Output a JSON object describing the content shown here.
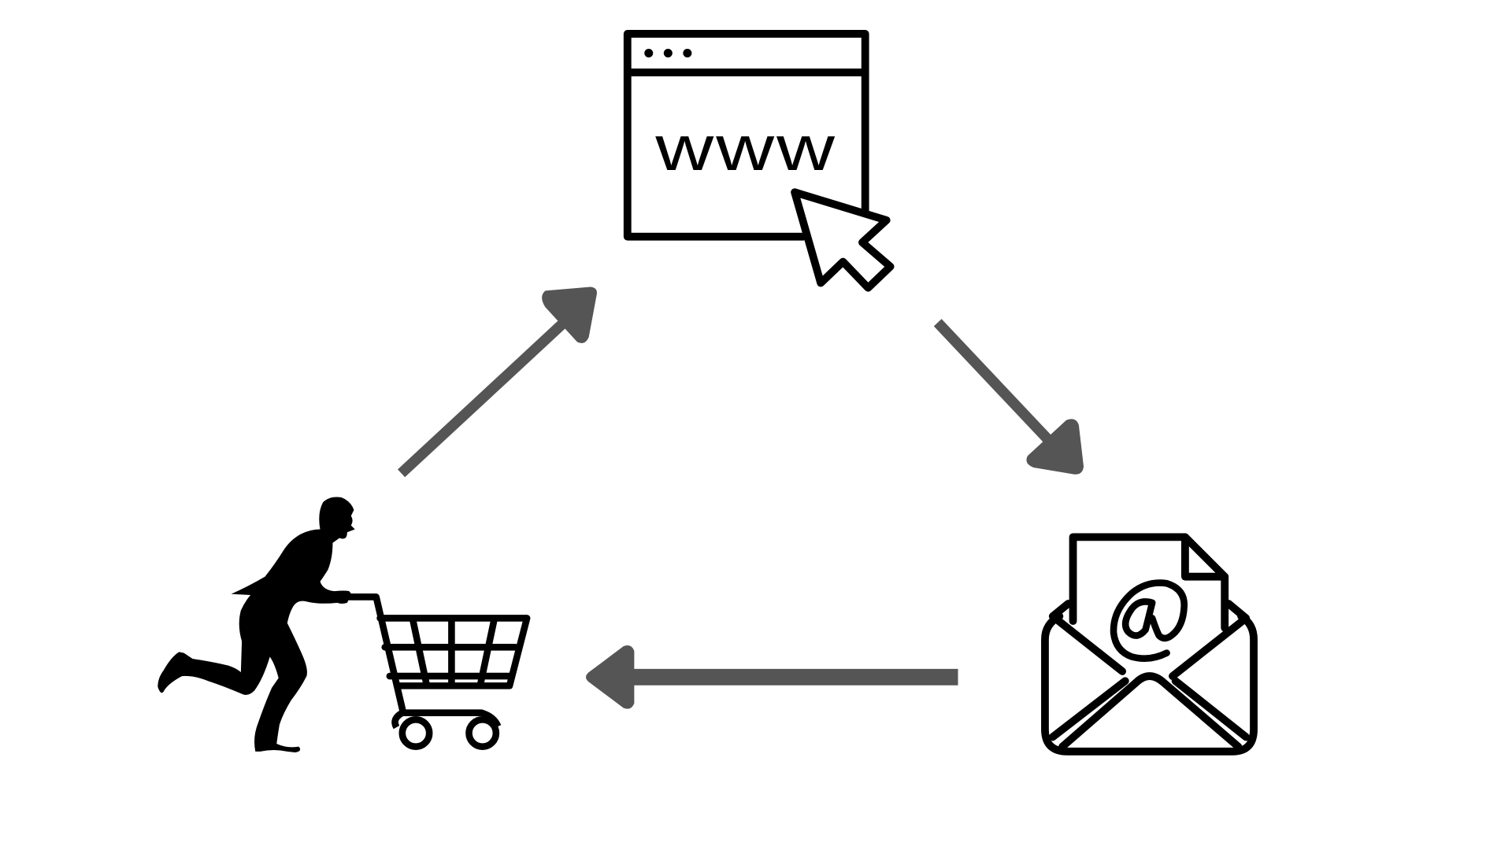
{
  "browser": {
    "address_text": "www",
    "icon": "web-browser-window-icon",
    "cursor_icon": "mouse-pointer-cursor-icon"
  },
  "email": {
    "symbol": "@",
    "icon": "open-envelope-with-document-icon"
  },
  "shopper": {
    "icon": "man-pushing-shopping-cart-silhouette-icon",
    "cart_icon": "shopping-cart-icon"
  },
  "arrows": [
    {
      "name": "arrow-shopper-to-browser",
      "from": "shopper",
      "to": "browser"
    },
    {
      "name": "arrow-browser-to-email",
      "from": "browser",
      "to": "email"
    },
    {
      "name": "arrow-email-to-shopper",
      "from": "email",
      "to": "shopper"
    }
  ],
  "colors": {
    "icon_stroke": "#000000",
    "arrow": "#555555",
    "background": "#ffffff"
  }
}
